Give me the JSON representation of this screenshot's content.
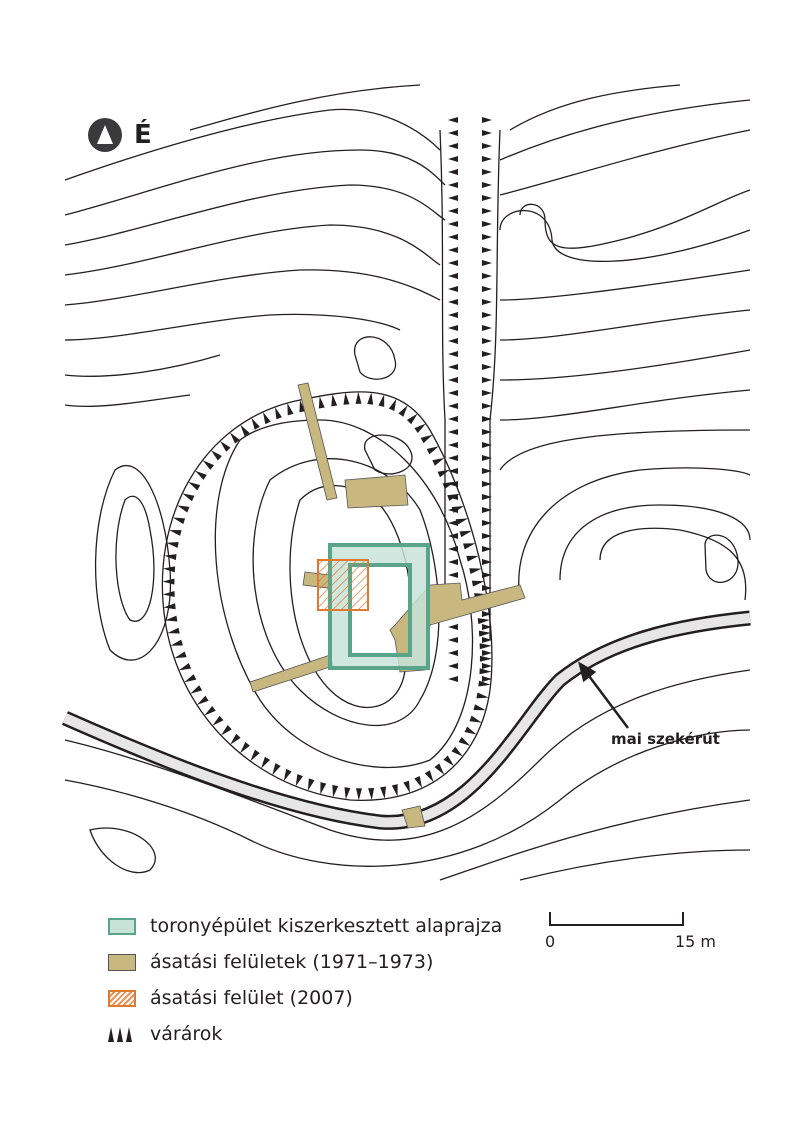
{
  "north": {
    "label": "É",
    "icon": "north-arrow-icon"
  },
  "road_label": "mai szekérút",
  "legend": [
    {
      "label": "toronyépület kiszerkesztett alaprajza",
      "color": "#5aa58a"
    },
    {
      "label": "ásatási felületek (1971–1973)",
      "color": "#c8b77f"
    },
    {
      "label": "ásatási felület (2007)",
      "color": "#e07a30"
    },
    {
      "label": "várárok",
      "color": "#231f20"
    }
  ],
  "scale": {
    "start": "0",
    "end": "15 m"
  }
}
